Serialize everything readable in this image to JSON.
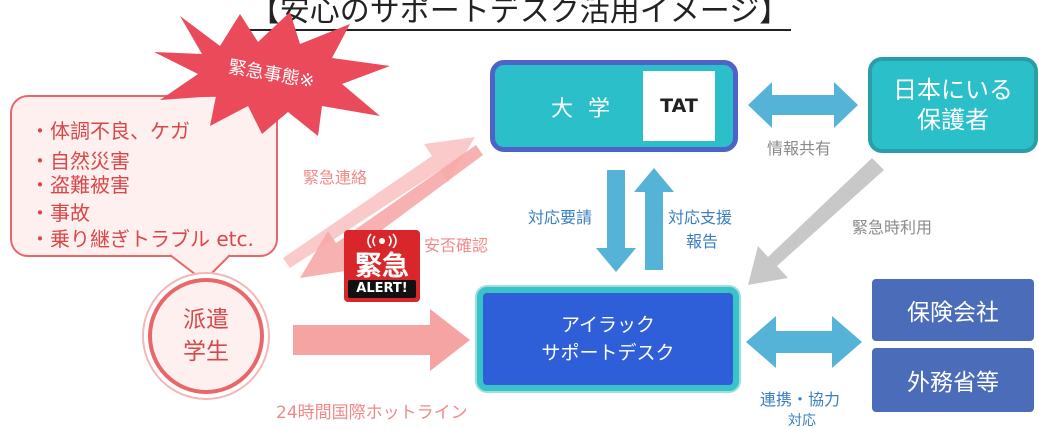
{
  "title": "【安心のサポートデスク活用イメージ】",
  "emergency_burst": {
    "label": "緊急事態※"
  },
  "incident_list": {
    "items": [
      "・体調不良、ケガ",
      "・自然災害",
      "・盗難被害",
      "・事故",
      "・乗り継ぎトラブル etc."
    ]
  },
  "student": {
    "line1": "派遣",
    "line2": "学生"
  },
  "university": {
    "label": "大 学",
    "logo_text": "TAT"
  },
  "parents": {
    "line1": "日本にいる",
    "line2": "保護者"
  },
  "helpdesk": {
    "line1": "アイラック",
    "line2": "サポートデスク"
  },
  "partners": {
    "insurance": "保険会社",
    "mofa": "外務省等"
  },
  "labels": {
    "emergency_contact": "緊急連絡",
    "safety_check": "安否確認",
    "hotline": "24時間国際ホットライン",
    "response_request": "対応要請",
    "support_report_1": "対応支援",
    "support_report_2": "報告",
    "info_share": "情報共有",
    "emergency_use": "緊急時利用",
    "cooperate": "連携・協力",
    "respond": "対応"
  },
  "alert_badge": {
    "main": "緊急",
    "sub": "ALERT!"
  },
  "colors": {
    "pink": "#e8686a",
    "arrow_pink": "#f5a5a5",
    "teal": "#2bbfc9",
    "teal_arrow": "#56b3d8",
    "blue": "#2e5fd9",
    "navy": "#4a6cb9",
    "gray_arrow": "#c8c8c8",
    "alert_red": "#d8262b"
  }
}
